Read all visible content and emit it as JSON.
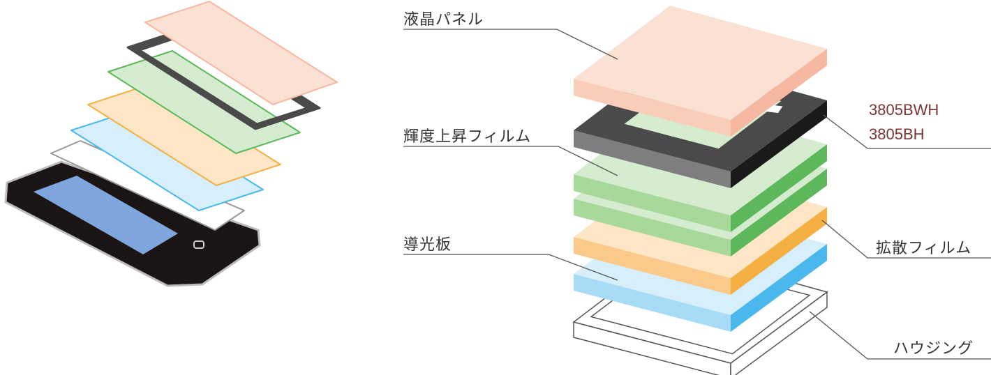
{
  "labels": {
    "lcd_panel": "液晶パネル",
    "brightness_film": "輝度上昇フィルム",
    "light_guide": "導光板",
    "diffusion_film": "拡散フィルム",
    "housing": "ハウジング"
  },
  "product_codes": [
    "3805BWH",
    "3805BH"
  ],
  "colors": {
    "code_text": "#7a3434",
    "pink": "#fbe0d4",
    "black": "#4a4a4a",
    "green": "#d5ecd0",
    "orange": "#fde6c6",
    "blue": "#d6effb"
  }
}
